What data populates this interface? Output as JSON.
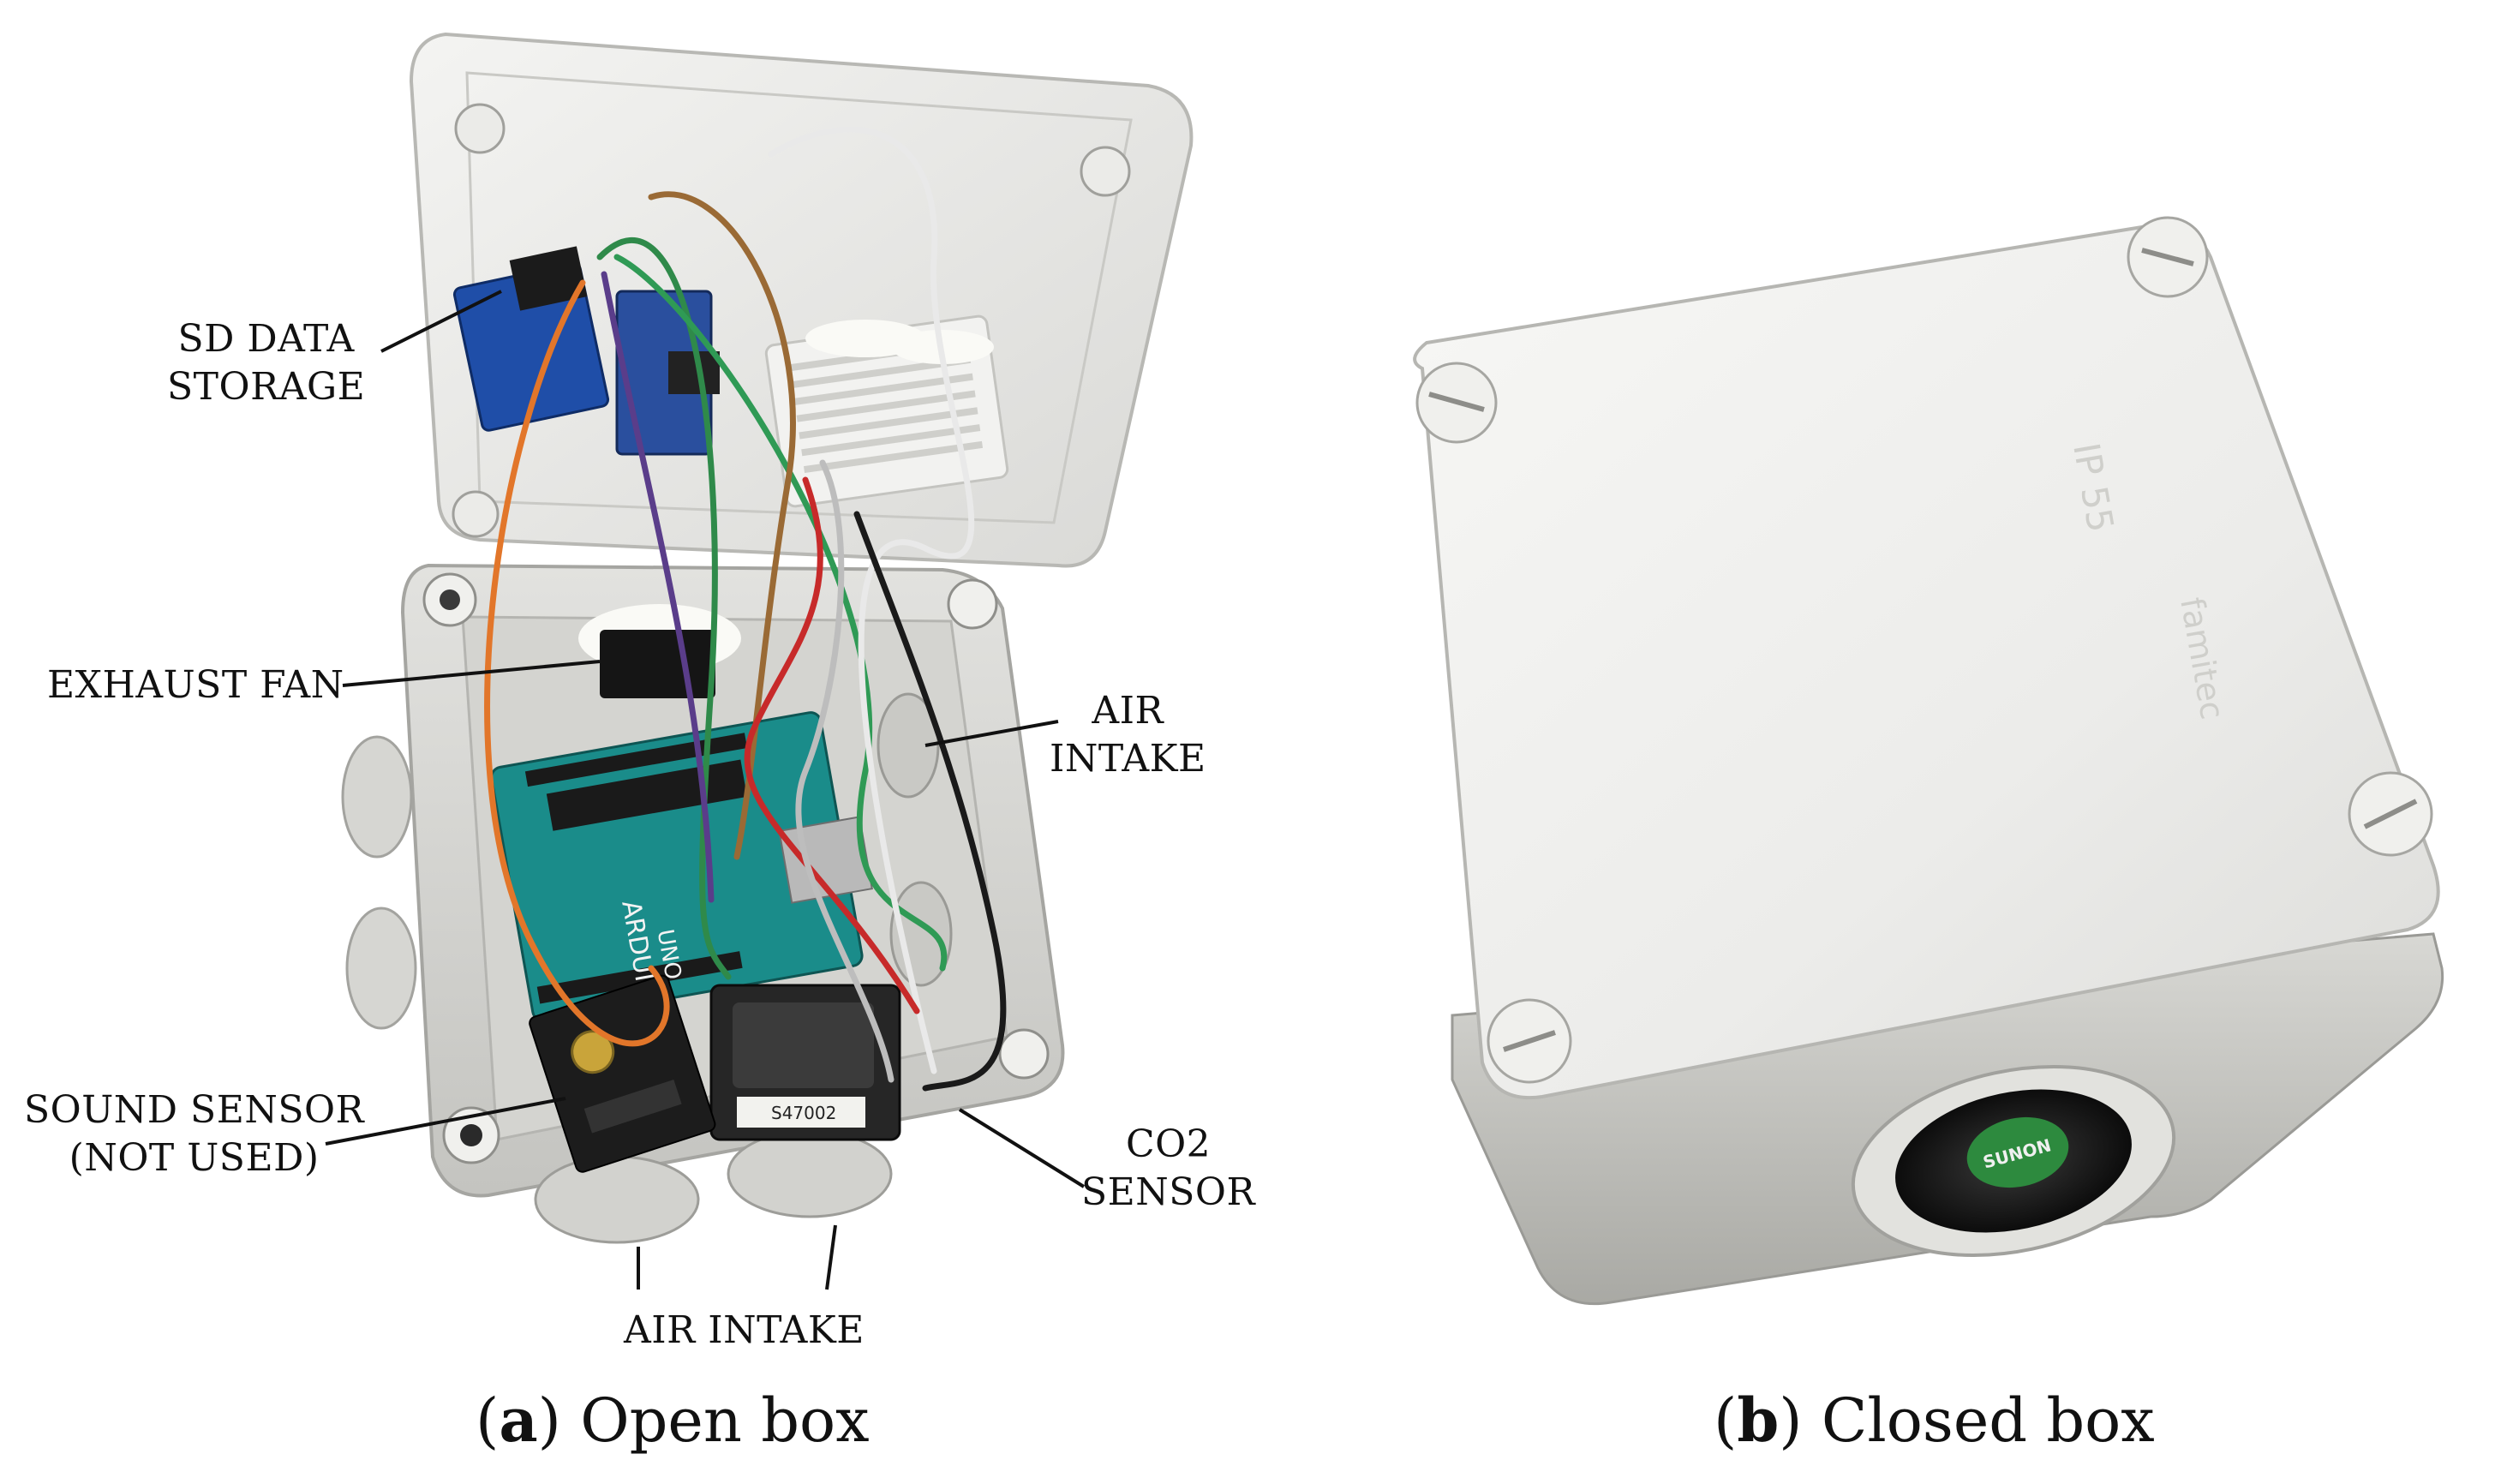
{
  "figure_a": {
    "labels": {
      "sd_storage": [
        "SD DATA",
        "STORAGE"
      ],
      "exhaust_fan": "EXHAUST FAN",
      "air_intake_side": [
        "AIR",
        "INTAKE"
      ],
      "sound_sensor": [
        "SOUND SENSOR",
        "(NOT USED)"
      ],
      "co2_sensor": [
        "CO2",
        "SENSOR"
      ],
      "air_intake_bottom": "AIR INTAKE"
    },
    "board_text": {
      "arduino": "ARDUINO",
      "uno": "UNO",
      "sensor_code": "S47002"
    },
    "caption": {
      "letter": "a",
      "text": "Open box"
    }
  },
  "figure_b": {
    "lid_text": {
      "rating": "IP 55",
      "brand": "famitec"
    },
    "fan_text": "SUNON",
    "caption": {
      "letter": "b",
      "text": "Closed box"
    }
  }
}
